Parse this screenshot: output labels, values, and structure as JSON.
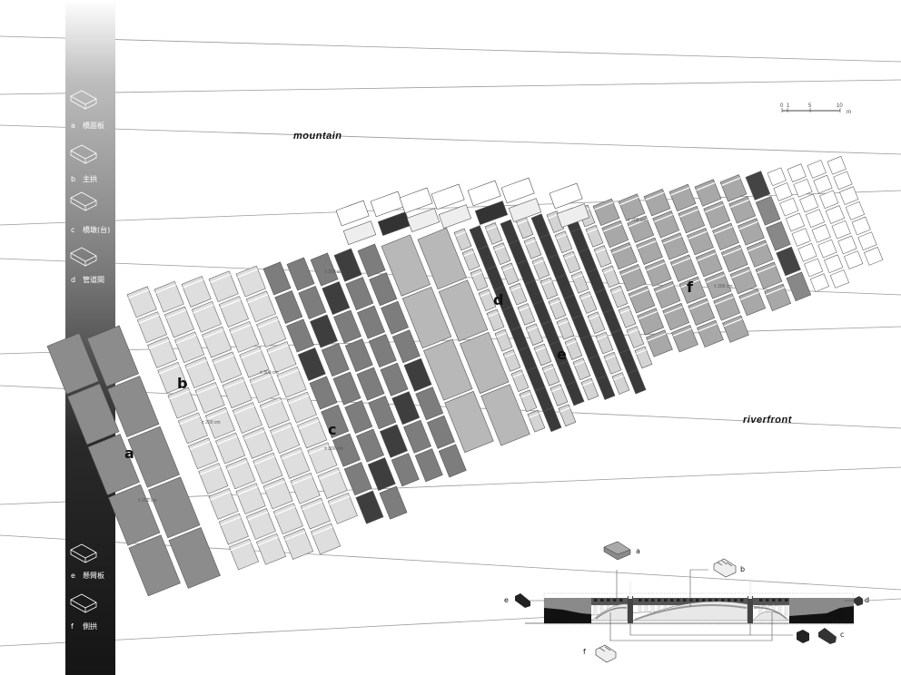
{
  "site_labels": {
    "mountain": "mountain",
    "riverfront": "riverfront"
  },
  "zone_labels": [
    "a",
    "b",
    "c",
    "d",
    "e",
    "f"
  ],
  "dimension_labels": [
    "± 200 cm",
    "± 200 cm",
    "± 300 cm",
    "± 300 cm",
    "± 200 cm",
    "± 200 cm",
    "± 200 cm"
  ],
  "legend": {
    "items": [
      {
        "letter": "a",
        "label": "橋面板",
        "icon": "deck-slab-icon"
      },
      {
        "letter": "b",
        "label": "主拱",
        "icon": "main-arch-icon"
      },
      {
        "letter": "c",
        "label": "橋墩(台)",
        "icon": "pier-icon"
      },
      {
        "letter": "d",
        "label": "管道間",
        "icon": "duct-icon"
      },
      {
        "letter": "e",
        "label": "懸臂板",
        "icon": "cantilever-slab-icon"
      },
      {
        "letter": "f",
        "label": "側拱",
        "icon": "side-arch-icon"
      }
    ]
  },
  "scale_bar": {
    "ticks": [
      "0",
      "1",
      "5",
      "10"
    ],
    "unit": "m"
  },
  "section": {
    "labels": [
      "a",
      "b",
      "c",
      "d",
      "e",
      "f"
    ]
  },
  "colors": {
    "dark": "#3e3e3e",
    "mid": "#8a8a8a",
    "light": "#dcdcdc",
    "line": "#9a9a9a"
  }
}
